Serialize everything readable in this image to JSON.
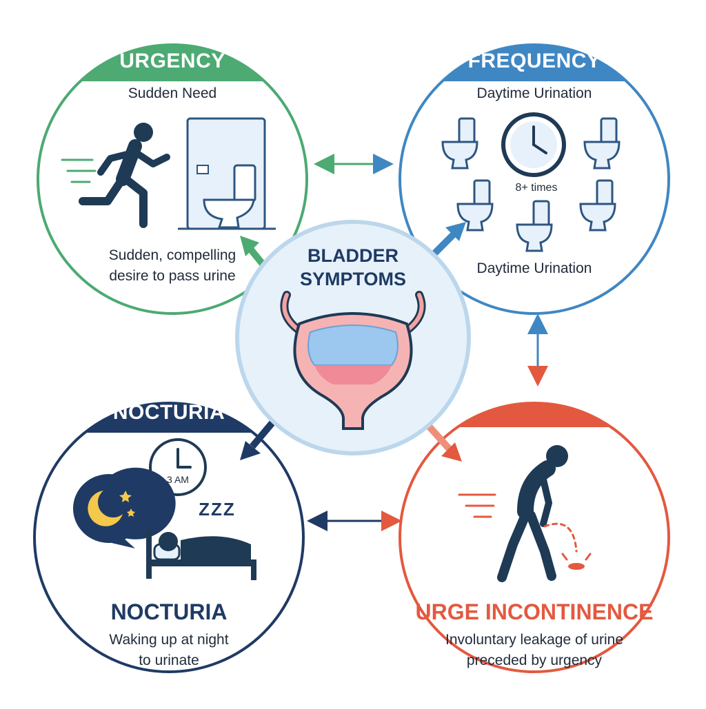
{
  "colors": {
    "urgency": "#4caa72",
    "frequency": "#3f87c3",
    "nocturia": "#1f3a64",
    "incontinence": "#e3593f",
    "center_fill": "#e6f1fa",
    "center_ring": "#bcd7ec",
    "icon_fill": "#e7f1fb",
    "icon_stroke": "#2e5580",
    "figure": "#1f3a55"
  },
  "center": {
    "line1": "BLADDER",
    "line2": "SYMPTOMS"
  },
  "urgency": {
    "heading": "URGENCY",
    "subtitle": "Sudden Need",
    "desc1": "Sudden, compelling",
    "desc2": "desire to pass urine"
  },
  "frequency": {
    "heading": "FREQUENCY",
    "subtitle": "Daytime Urination",
    "count": "8+ times",
    "caption": "Daytime Urination"
  },
  "nocturia": {
    "heading": "NOCTURIA",
    "clock_label": "3 AM",
    "sleep_text": "ZZZ",
    "title": "NOCTURIA",
    "desc1": "Waking up at night",
    "desc2": "to urinate"
  },
  "incontinence": {
    "title": "URGE INCONTINENCE",
    "desc1": "Involuntary leakage of urine",
    "desc2": "preceded by urgency"
  }
}
